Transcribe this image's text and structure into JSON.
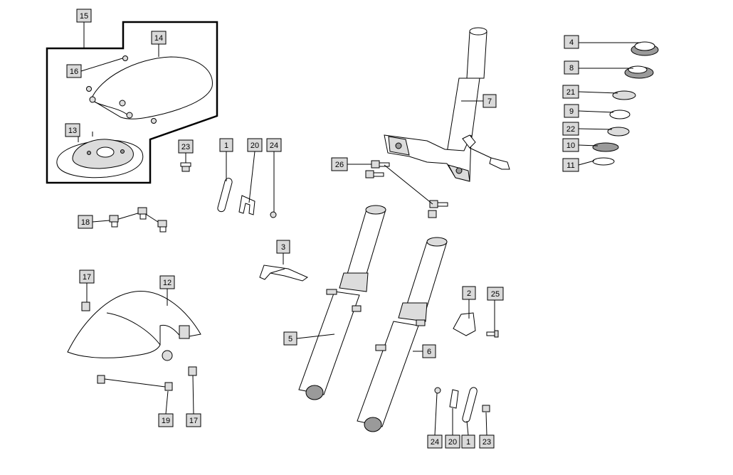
{
  "colors": {
    "callout_fill": "#d9d9d9",
    "line": "#000000",
    "shade": "#dcdcdc",
    "dark": "#9a9a9a"
  },
  "callouts": [
    {
      "id": "c15",
      "label": "15"
    },
    {
      "id": "c14",
      "label": "14"
    },
    {
      "id": "c16",
      "label": "16"
    },
    {
      "id": "c13",
      "label": "13"
    },
    {
      "id": "c23a",
      "label": "23"
    },
    {
      "id": "c1a",
      "label": "1"
    },
    {
      "id": "c20a",
      "label": "20"
    },
    {
      "id": "c24a",
      "label": "24"
    },
    {
      "id": "c18",
      "label": "18"
    },
    {
      "id": "c3",
      "label": "3"
    },
    {
      "id": "c26",
      "label": "26"
    },
    {
      "id": "c7",
      "label": "7"
    },
    {
      "id": "c4",
      "label": "4"
    },
    {
      "id": "c8",
      "label": "8"
    },
    {
      "id": "c21",
      "label": "21"
    },
    {
      "id": "c9",
      "label": "9"
    },
    {
      "id": "c22",
      "label": "22"
    },
    {
      "id": "c10",
      "label": "10"
    },
    {
      "id": "c11",
      "label": "11"
    },
    {
      "id": "c17a",
      "label": "17"
    },
    {
      "id": "c12",
      "label": "12"
    },
    {
      "id": "c5",
      "label": "5"
    },
    {
      "id": "c6",
      "label": "6"
    },
    {
      "id": "c2",
      "label": "2"
    },
    {
      "id": "c25",
      "label": "25"
    },
    {
      "id": "c19",
      "label": "19"
    },
    {
      "id": "c17b",
      "label": "17"
    },
    {
      "id": "c24b",
      "label": "24"
    },
    {
      "id": "c20b",
      "label": "20"
    },
    {
      "id": "c1b",
      "label": "1"
    },
    {
      "id": "c23b",
      "label": "23"
    }
  ]
}
